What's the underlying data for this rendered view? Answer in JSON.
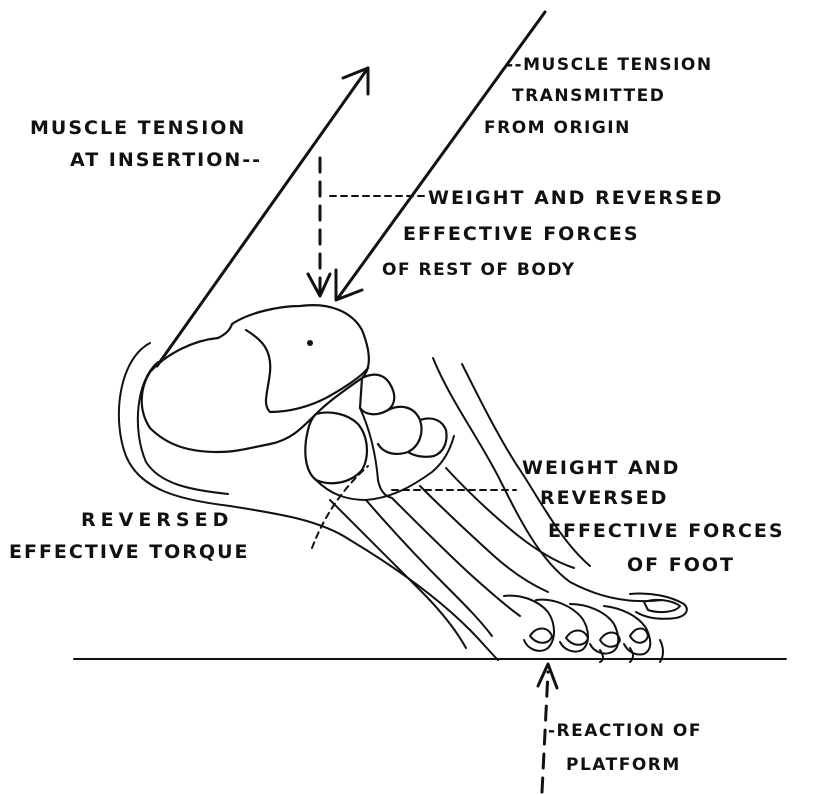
{
  "colors": {
    "ink": "#111111",
    "background": "#ffffff"
  },
  "labels": {
    "insertion": [
      "MUSCLE TENSION",
      "AT INSERTION--"
    ],
    "origin": [
      "--MUSCLE TENSION",
      "TRANSMITTED",
      "FROM ORIGIN"
    ],
    "body_weight": [
      "WEIGHT AND REVERSED",
      "EFFECTIVE FORCES",
      "OF REST OF BODY"
    ],
    "foot_weight": [
      "WEIGHT AND",
      "REVERSED",
      "EFFECTIVE FORCES",
      "OF FOOT"
    ],
    "torque": [
      "REVERSED",
      "EFFECTIVE TORQUE"
    ],
    "reaction": [
      "-REACTION OF",
      "PLATFORM"
    ]
  }
}
